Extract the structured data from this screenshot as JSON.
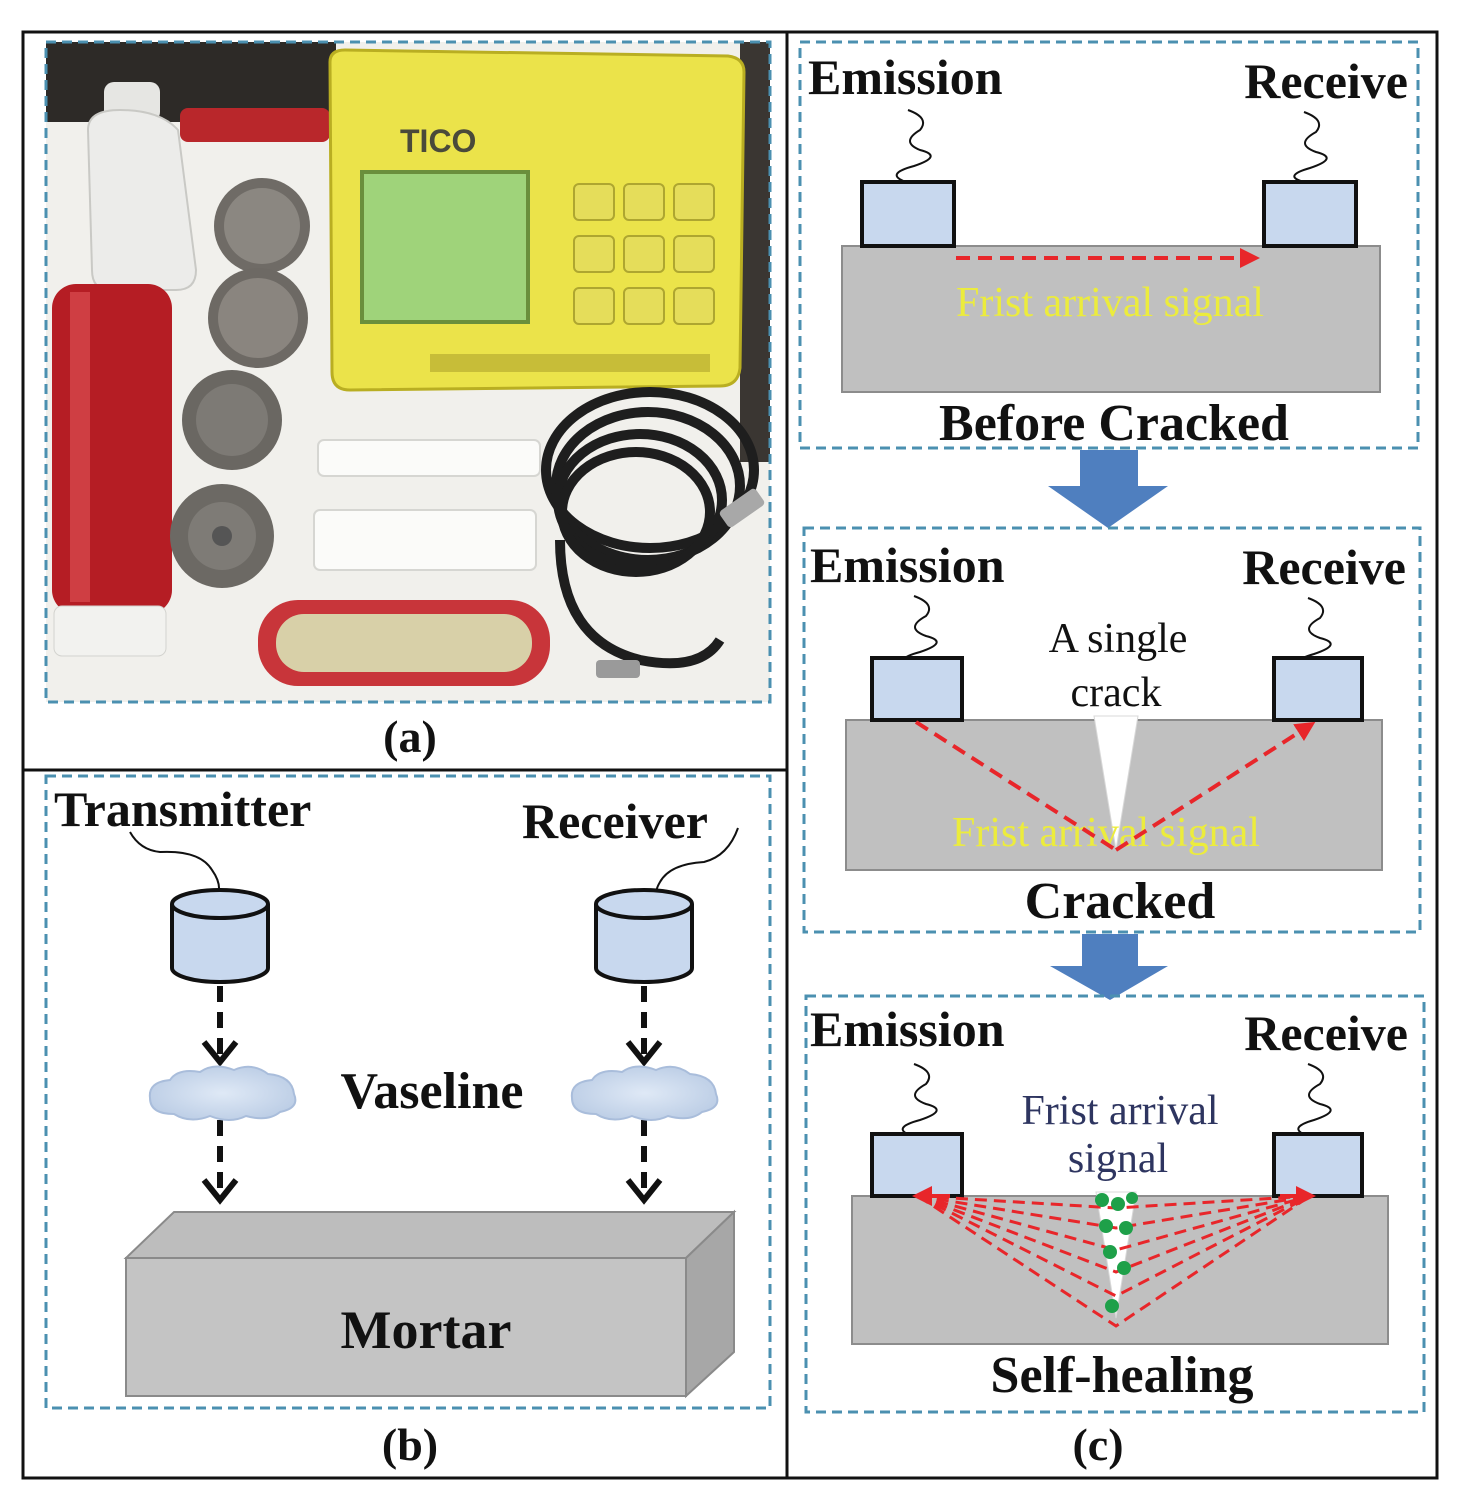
{
  "panel_a": {
    "caption": "(a)",
    "device_brand": "TICO"
  },
  "panel_b": {
    "caption": "(b)",
    "transmitter": "Transmitter",
    "receiver": "Receiver",
    "vaseline": "Vaseline",
    "mortar": "Mortar"
  },
  "panel_c": {
    "caption": "(c)",
    "before": {
      "emission": "Emission",
      "receive": "Receive",
      "signal": "Frist arrival signal",
      "title": "Before Cracked"
    },
    "cracked": {
      "emission": "Emission",
      "receive": "Receive",
      "crack_line1": "A single",
      "crack_line2": "crack",
      "signal": "Frist arrival signal",
      "title": "Cracked"
    },
    "healing": {
      "emission": "Emission",
      "receive": "Receive",
      "signal_line1": "Frist arrival",
      "signal_line2": "signal",
      "title": "Self-healing"
    }
  },
  "colors": {
    "dashed_border": "#4b90b0",
    "sensor_fill": "#c8d8ee",
    "specimen_fill": "#c0c0c0",
    "arrow_red": "#e8262a",
    "signal_yellow": "#ecec3c",
    "flow_arrow": "#4f7fbf",
    "healing_dot": "#1ea049"
  }
}
